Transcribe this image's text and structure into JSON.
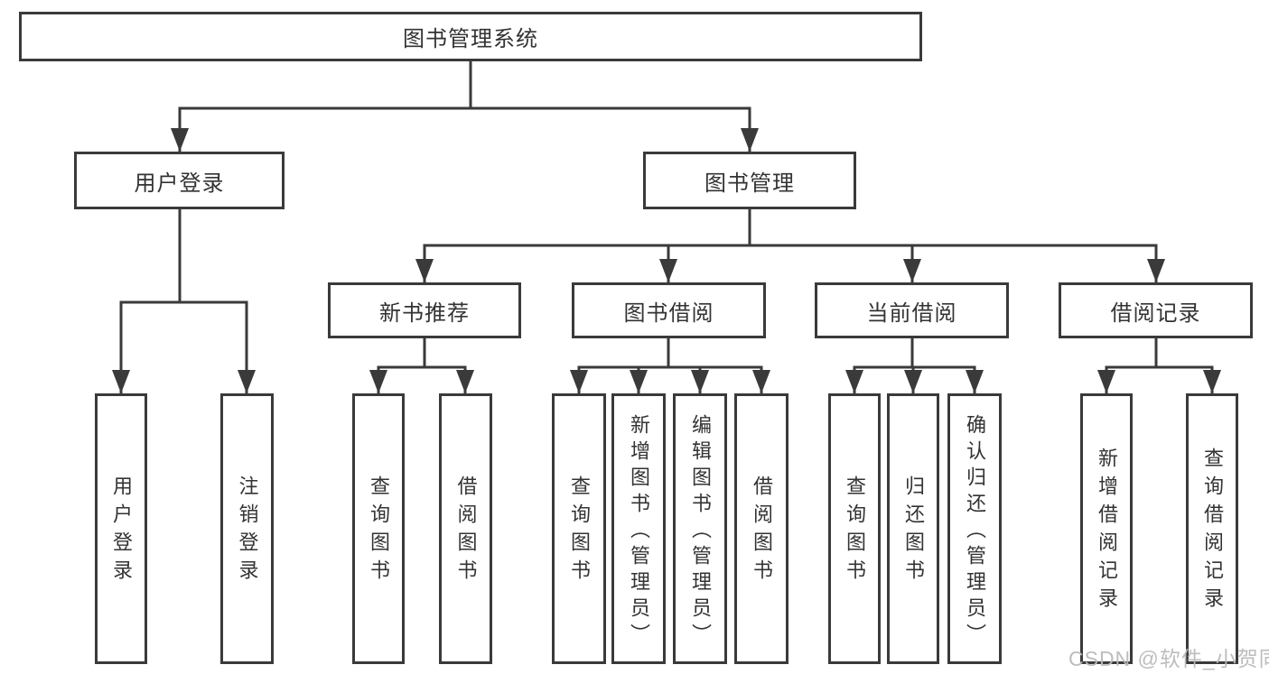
{
  "diagram_type": "hierarchy",
  "root": {
    "label": "图书管理系统"
  },
  "level2": [
    {
      "label": "用户登录"
    },
    {
      "label": "图书管理"
    }
  ],
  "level3": [
    {
      "label": "新书推荐"
    },
    {
      "label": "图书借阅"
    },
    {
      "label": "当前借阅"
    },
    {
      "label": "借阅记录"
    }
  ],
  "leafGroups": [
    {
      "parent": "用户登录",
      "items": [
        "用户登录",
        "注销登录"
      ]
    },
    {
      "parent": "新书推荐",
      "items": [
        "查询图书",
        "借阅图书"
      ]
    },
    {
      "parent": "图书借阅",
      "items": [
        "查询图书",
        "新增图书（管理员）",
        "编辑图书（管理员）",
        "借阅图书"
      ]
    },
    {
      "parent": "当前借阅",
      "items": [
        "查询图书",
        "归还图书",
        "确认归还（管理员）"
      ]
    },
    {
      "parent": "借阅记录",
      "items": [
        "新增借阅记录",
        "查询借阅记录"
      ]
    }
  ],
  "watermark": "CSDN @软件_小贺同学",
  "colors": {
    "line": "#3a3a3a",
    "border": "#3a3a3a",
    "text": "#333333",
    "watermark": "#b9b9b9",
    "background": "#ffffff"
  }
}
